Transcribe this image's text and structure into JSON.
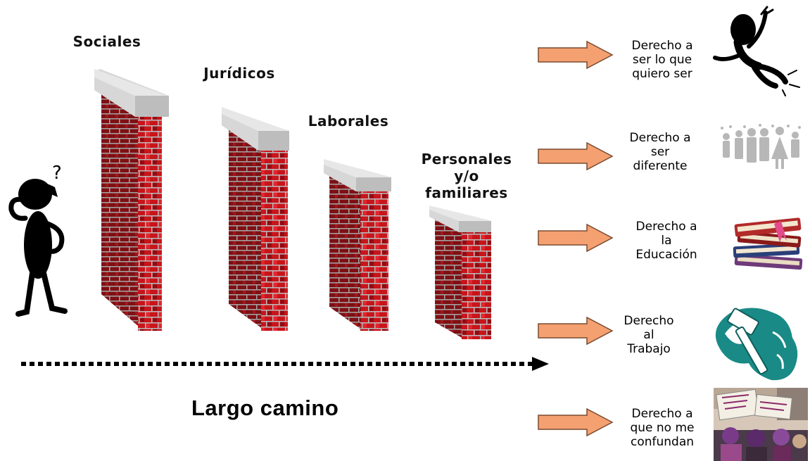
{
  "walls": [
    {
      "label": "Sociales"
    },
    {
      "label": "Jurídicos"
    },
    {
      "label": "Laborales"
    },
    {
      "label": "Personales\ny/o\nfamiliares"
    }
  ],
  "path_label": "Largo camino",
  "rights": [
    {
      "text": "Derecho a\nser lo que\nquiero ser",
      "icon": "jumping-figure-icon"
    },
    {
      "text": "Derecho a\nser\ndiferente",
      "icon": "people-group-icon"
    },
    {
      "text": "Derecho a\nla\nEducación",
      "icon": "books-icon"
    },
    {
      "text": "Derecho\nal\nTrabajo",
      "icon": "hammer-icon"
    },
    {
      "text": "Derecho a\nque no me\nconfundan",
      "icon": "protest-photo-icon"
    }
  ],
  "colors": {
    "arrow_fill": "#f4a070",
    "arrow_stroke": "#7a4a30",
    "brick_red": "#c8141b",
    "brick_dark": "#6e0e10",
    "wall_cap": "#d7d7d7",
    "teal_icon": "#1a8a86"
  }
}
